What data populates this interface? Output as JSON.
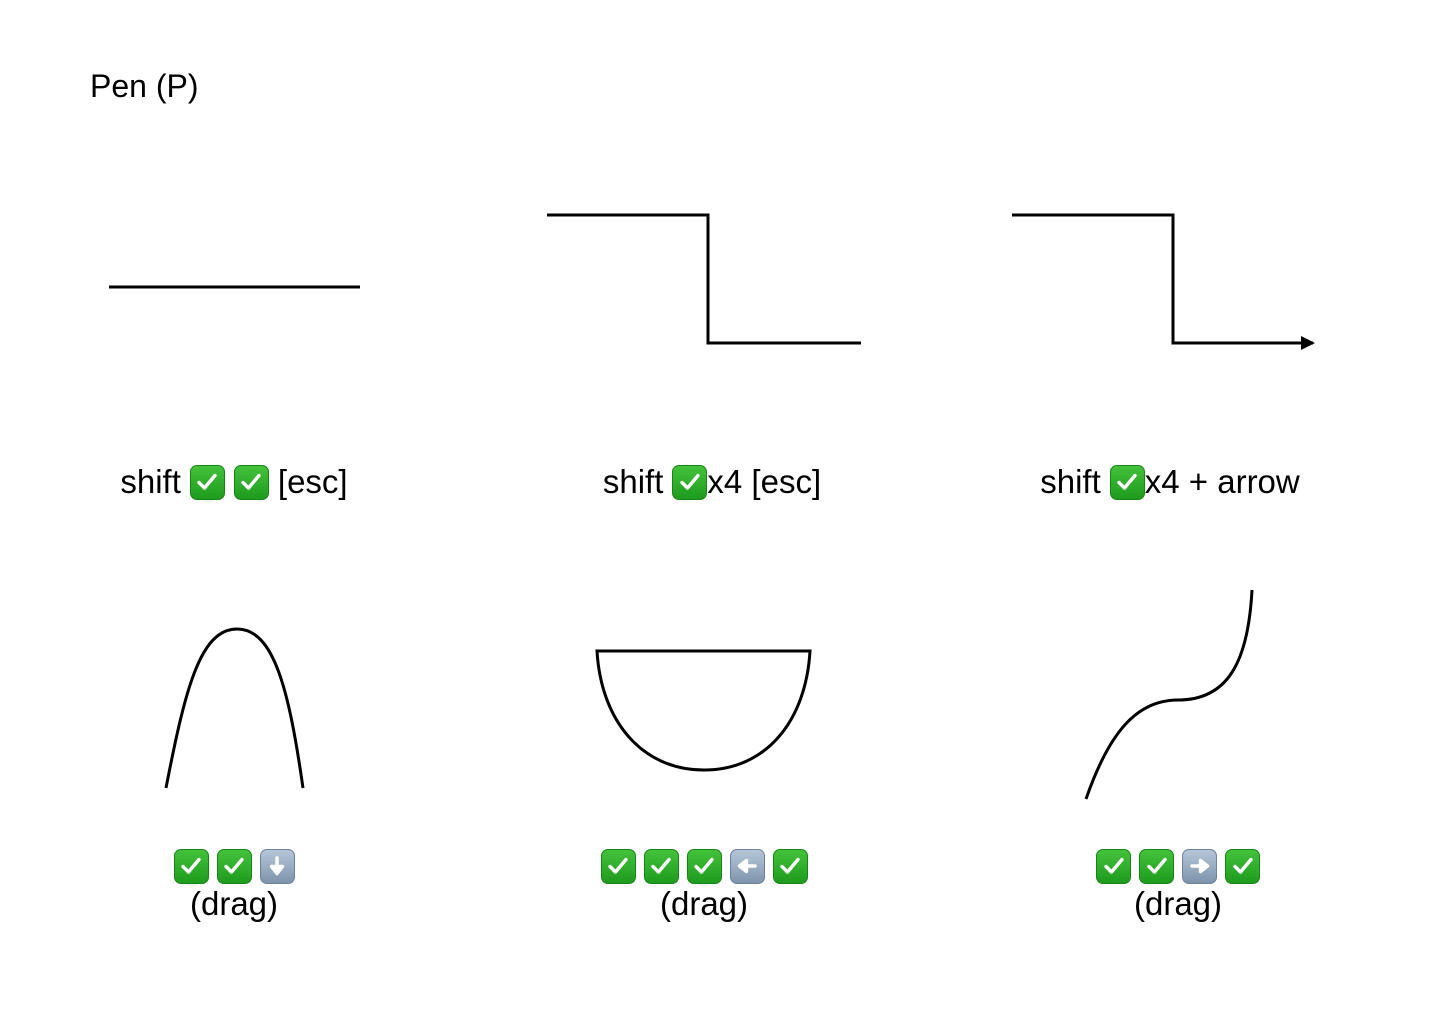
{
  "title": "Pen (P)",
  "captions": {
    "c1_prefix": "shift",
    "c1_suffix": "[esc]",
    "c2_prefix": "shift",
    "c2_suffix": "x4 [esc]",
    "c3_prefix": "shift",
    "c3_suffix": "x4 + arrow"
  },
  "drag_label": "(drag)",
  "icons": {
    "check": "check-mark-button-icon",
    "down": "down-arrow-icon",
    "left": "left-arrow-icon",
    "right": "right-arrow-icon"
  },
  "colors": {
    "stroke": "#000000",
    "check_green": "#2eaa2a",
    "arrow_key_blue": "#8fa3bb"
  }
}
